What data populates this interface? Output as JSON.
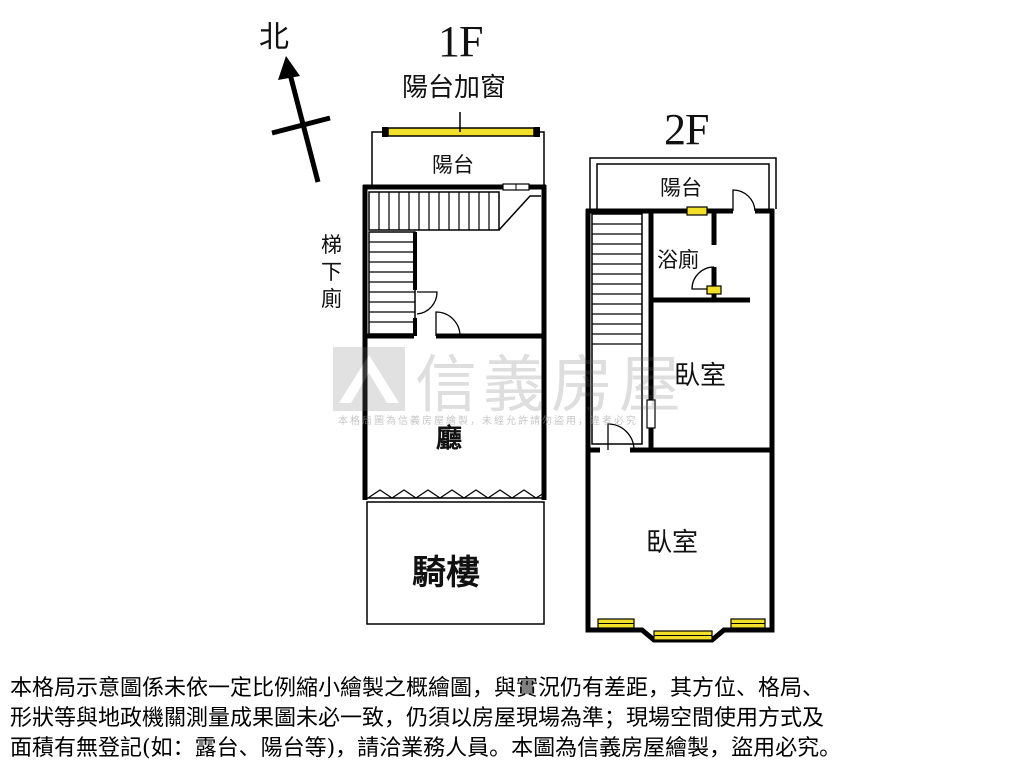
{
  "compass": {
    "label": "北"
  },
  "floor1": {
    "title": "1F",
    "window_label": "陽台加窗",
    "balcony": "陽台",
    "stair_toilet": [
      "梯",
      "下",
      "廁"
    ],
    "living": "廳",
    "arcade": "騎樓"
  },
  "floor2": {
    "title": "2F",
    "balcony": "陽台",
    "bathroom": "浴廁",
    "bedroom_upper": "臥室",
    "bedroom_lower": "臥室"
  },
  "watermark": {
    "brand": "信義房屋",
    "notice": "本格局圖為信義房屋繪製，未經允許請勿盜用，違者必究"
  },
  "disclaimer": {
    "lines": [
      "本格局示意圖係未依一定比例縮小繪製之概繪圖，與實況仍有差距，其方位、格局、",
      "形狀等與地政機關測量成果圖未必一致，仍須以房屋現場為準；現場空間使用方式及",
      "面積有無登記(如：露台、陽台等)，請洽業務人員。本圖為信義房屋繪製，盜用必究。"
    ]
  },
  "colors": {
    "wall": "#000000",
    "window_fill": "#f2df2a",
    "watermark": "#6b6b6b"
  }
}
